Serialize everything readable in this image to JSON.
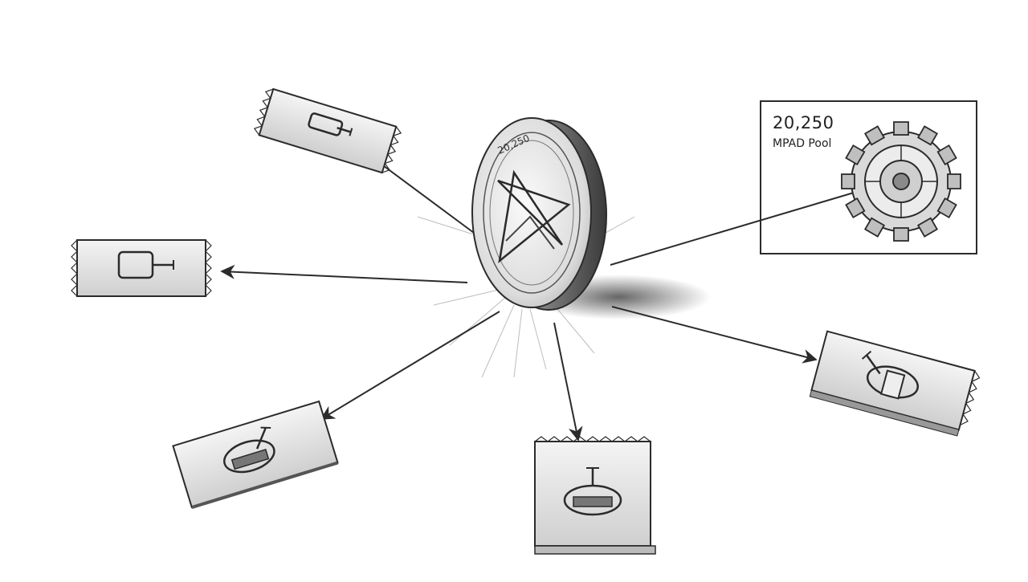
{
  "coin": {
    "face_text": "20,250"
  },
  "pool": {
    "amount": "20,250",
    "label": "MPAD Pool"
  },
  "colors": {
    "ink": "#2b2b2b",
    "paper": "#ffffff",
    "shade": "#9a9a9a"
  },
  "icons": [
    "coin-icon",
    "gear-icon",
    "packet-icon",
    "arrow-icon"
  ]
}
